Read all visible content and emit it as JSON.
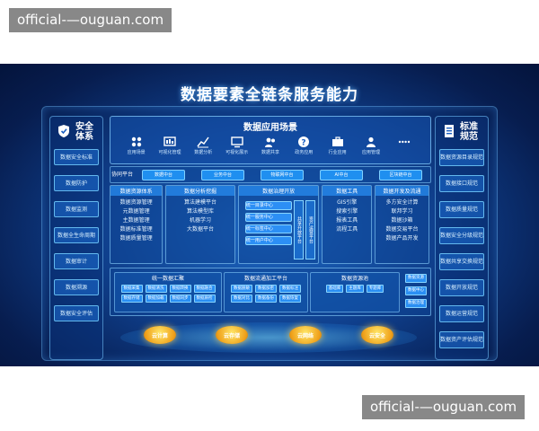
{
  "watermark": {
    "top": "official-—ouguan.com",
    "bottom": "official-—ouguan.com"
  },
  "headline": "数据要素全链条服务能力",
  "left_column": {
    "title": "安全体系",
    "icon": "shield-icon",
    "items": [
      "数据安全标准",
      "数据防护",
      "数据监测",
      "数据全生命周期",
      "数据审计",
      "数据溯源",
      "数据安全评估"
    ]
  },
  "right_column": {
    "title": "标准规范",
    "icon": "document-icon",
    "items": [
      "数据资源目录规范",
      "数据接口规范",
      "数据质量规范",
      "数据安全分级规范",
      "数据共享交换规范",
      "数据开放规范",
      "数据运营规范",
      "数据资产评估规范"
    ]
  },
  "apps": {
    "title": "数据应用场景",
    "items": [
      {
        "label": "应用场景",
        "icon": "grid-icon"
      },
      {
        "label": "可视化管理",
        "icon": "dashboard-icon"
      },
      {
        "label": "数据分析",
        "icon": "chart-icon"
      },
      {
        "label": "可视化展示",
        "icon": "monitor-icon"
      },
      {
        "label": "数据共享",
        "icon": "people-icon"
      },
      {
        "label": "政务应用",
        "icon": "question-icon"
      },
      {
        "label": "行业应用",
        "icon": "briefcase-icon"
      },
      {
        "label": "应用管理",
        "icon": "person-icon"
      },
      {
        "label": "",
        "icon": "more-icon"
      }
    ]
  },
  "protocol": {
    "label": "协同平台",
    "pills": [
      "数据中台",
      "业务中台",
      "物联网中台",
      "AI中台",
      "区块链中台"
    ]
  },
  "modules": [
    {
      "title": "数据资源体系",
      "lines": [
        "数据资源管理",
        "元数据管理",
        "主数据管理",
        "数据标准管理",
        "数据质量管理"
      ]
    },
    {
      "title": "数据分析挖掘",
      "lines": [
        "算法建模平台",
        "算法模型库",
        "机器学习",
        "大数据平台"
      ]
    },
    {
      "title": "数据治理开放",
      "buttons": [
        "统一目录中心",
        "统一服务中心",
        "统一标签中心",
        "统一用户中心"
      ],
      "vlabels": [
        "共享开放平台",
        "资产运营平台"
      ]
    },
    {
      "title": "数据工具",
      "lines": [
        "GIS引擎",
        "搜索引擎",
        "报表工具",
        "流程工具"
      ]
    },
    {
      "title": "数据开发及流通",
      "lines": [
        "多方安全计算",
        "联邦学习",
        "数据沙箱",
        "数据交易平台",
        "数据产品开发"
      ]
    }
  ],
  "bottom": {
    "groups": [
      {
        "title": "统一数据汇聚",
        "items": [
          "数据采集",
          "数据清洗",
          "数据转换",
          "数据融合",
          "数据存储",
          "数据加载",
          "数据同步",
          "数据质检"
        ]
      },
      {
        "title": "数据流通加工平台",
        "items": [
          "数据脱敏",
          "数据加密",
          "数据标注",
          "数据对比",
          "数据备份",
          "数据恢复"
        ]
      },
      {
        "title": "数据资源池",
        "items": [
          "基础库",
          "主题库",
          "专题库"
        ]
      }
    ],
    "side_tags": [
      "数据资源",
      "数据中心",
      "数据治理"
    ]
  },
  "clouds": [
    "云计算",
    "云存储",
    "云网络",
    "云安全"
  ]
}
